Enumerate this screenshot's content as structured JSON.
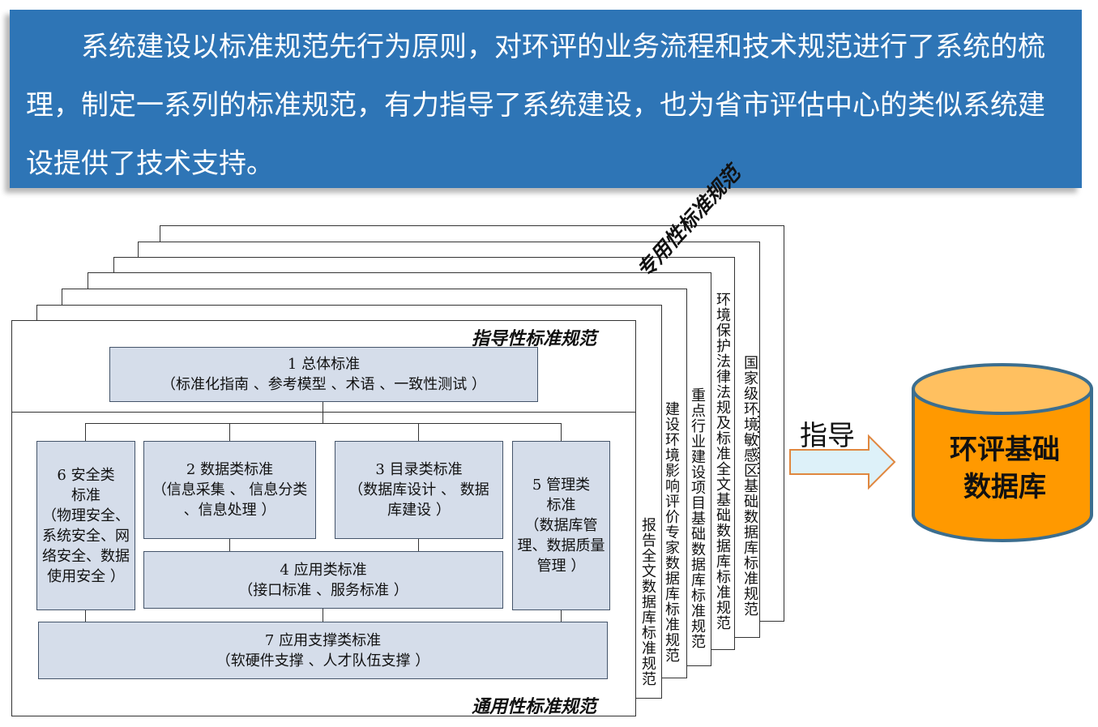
{
  "banner": {
    "text": "系统建设以标准规范先行为原则，对环评的业务流程和技术规范进行了系统的梳理，制定一系列的标准规范，有力指导了系统建设，也为省市评估中心的类似系统建设提供了技术支持。"
  },
  "general": {
    "top_label": "指导性标准规范",
    "bottom_label": "通用性标准规范",
    "box1": {
      "title": "1 总体标准",
      "desc": "（标准化指南 、参考模型 、术语 、一致性测试 ）"
    },
    "box2": {
      "title": "2 数据类标准",
      "desc": "（信息采集 、 信息分类 、信息处理 ）"
    },
    "box3": {
      "title": "3 目录类标准",
      "desc": "（数据库设计 、 数据库建设 ）"
    },
    "box4": {
      "title": "4 应用类标准",
      "desc": "（接口标准 、服务标准 ）"
    },
    "box5": {
      "title": "5 管理类标准",
      "desc": "（数据库管理、数据质量管理 ）"
    },
    "box6": {
      "title": "6 安全类标准",
      "desc": "（物理安全、系统安全、网络安全、数据使用安全 ）"
    },
    "box7": {
      "title": "7 应用支撑类标准",
      "desc": "（软硬件支撑 、人才队伍支撑 ）"
    }
  },
  "special": {
    "label": "专用性标准规范",
    "items": [
      "报告全文数据库标准规范",
      "建设环境影响评价专家数据库标准规范",
      "重点行业建设项目基础数据库标准规范",
      "环境保护法律法规及标准全文基础数据库标准规范",
      "国家级环境敏感区基础数据库标准规范",
      "……  ……"
    ]
  },
  "arrow": {
    "label": "指导"
  },
  "database": {
    "label": "环评基础数据库"
  }
}
